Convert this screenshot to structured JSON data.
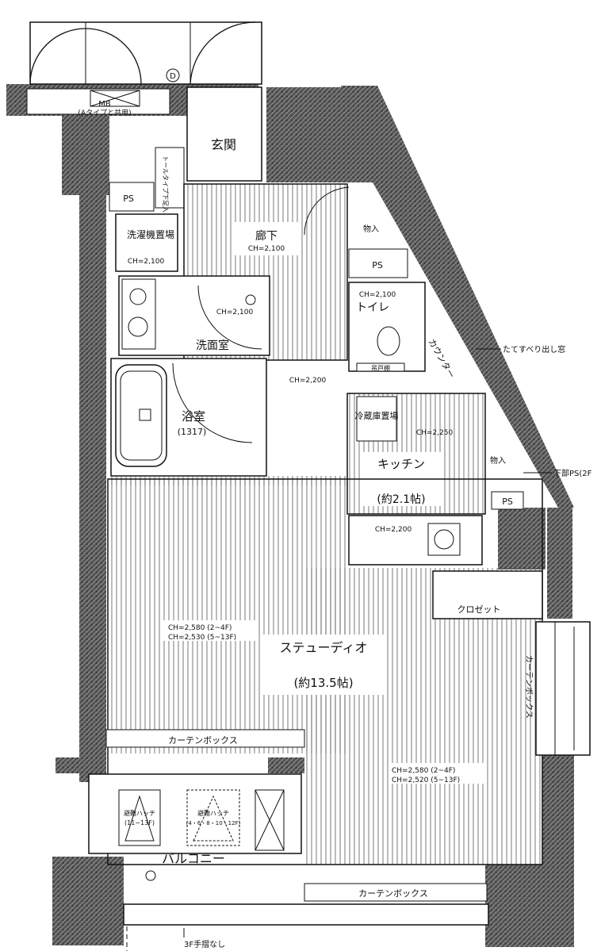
{
  "labels": {
    "mb": "MB",
    "mb_note": "(Aタイプと共用)",
    "d_mark": "D",
    "entrance": "玄関",
    "toilet_pipe": "トールタイプ下足入",
    "ps_left": "PS",
    "hallway": "廊下",
    "hall_ch": "CH=2,100",
    "washer": "洗濯機置場",
    "washer_ch": "CH=2,100",
    "wash_ch": "CH=2,100",
    "washroom": "洗面室",
    "ps_mid": "PS",
    "toilet_ch": "CH=2,100",
    "toilet": "トイレ",
    "counter": "カウンター",
    "shelf": "吊戸棚",
    "window_note": "たてすべり出し窓",
    "storage1": "物入",
    "bath_ch": "CH=2,200",
    "bath": "浴室",
    "bath_size": "(1317)",
    "fridge": "冷蔵庫置場",
    "kitchen_ch": "CH=2,250",
    "kitchen": "キッチン",
    "kitchen_size": "(約2.1帖)",
    "storage2": "物入",
    "pipe_ps": "下部PS(2F",
    "ps_right": "PS",
    "sink_ch": "CH=2,200",
    "closet": "クロゼット",
    "studio_ch1": "CH=2,580 (2~4F)",
    "studio_ch2": "CH=2,530 (5~13F)",
    "studio": "ステューディオ",
    "studio_size": "(約13.5帖)",
    "curtain_right": "カーテンボックス",
    "curtain_left": "カーテンボックス",
    "bay_ch1": "CH=2,580 (2~4F)",
    "bay_ch2": "CH=2,520 (5~13F)",
    "hatch1": "避難ハッチ",
    "hatch1_floors": "(11~13F)",
    "hatch2": "避難ハッチ",
    "hatch2_floors": "(4・6・8・10・12F)",
    "balcony": "バルコニー",
    "curtain_bottom": "カーテンボックス",
    "no_rail": "3F手摺なし"
  }
}
